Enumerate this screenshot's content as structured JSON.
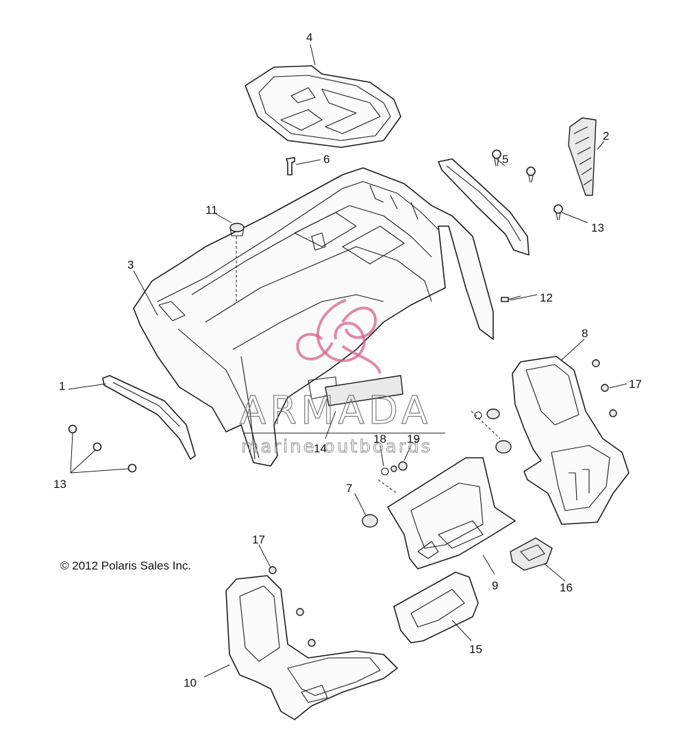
{
  "copyright": "© 2012 Polaris Sales Inc.",
  "watermark": {
    "brand": "ARMADA",
    "tagline": "marine outboards",
    "logo_color": "#d6628e"
  },
  "callouts": {
    "c1": "1",
    "c2": "2",
    "c3": "3",
    "c4": "4",
    "c5": "5",
    "c6": "6",
    "c7": "7",
    "c8": "8",
    "c9": "9",
    "c10": "10",
    "c11": "11",
    "c12": "12",
    "c13a": "13",
    "c13b": "13",
    "c14": "14",
    "c15": "15",
    "c16": "16",
    "c17a": "17",
    "c17b": "17",
    "c18": "18",
    "c19": "19"
  }
}
